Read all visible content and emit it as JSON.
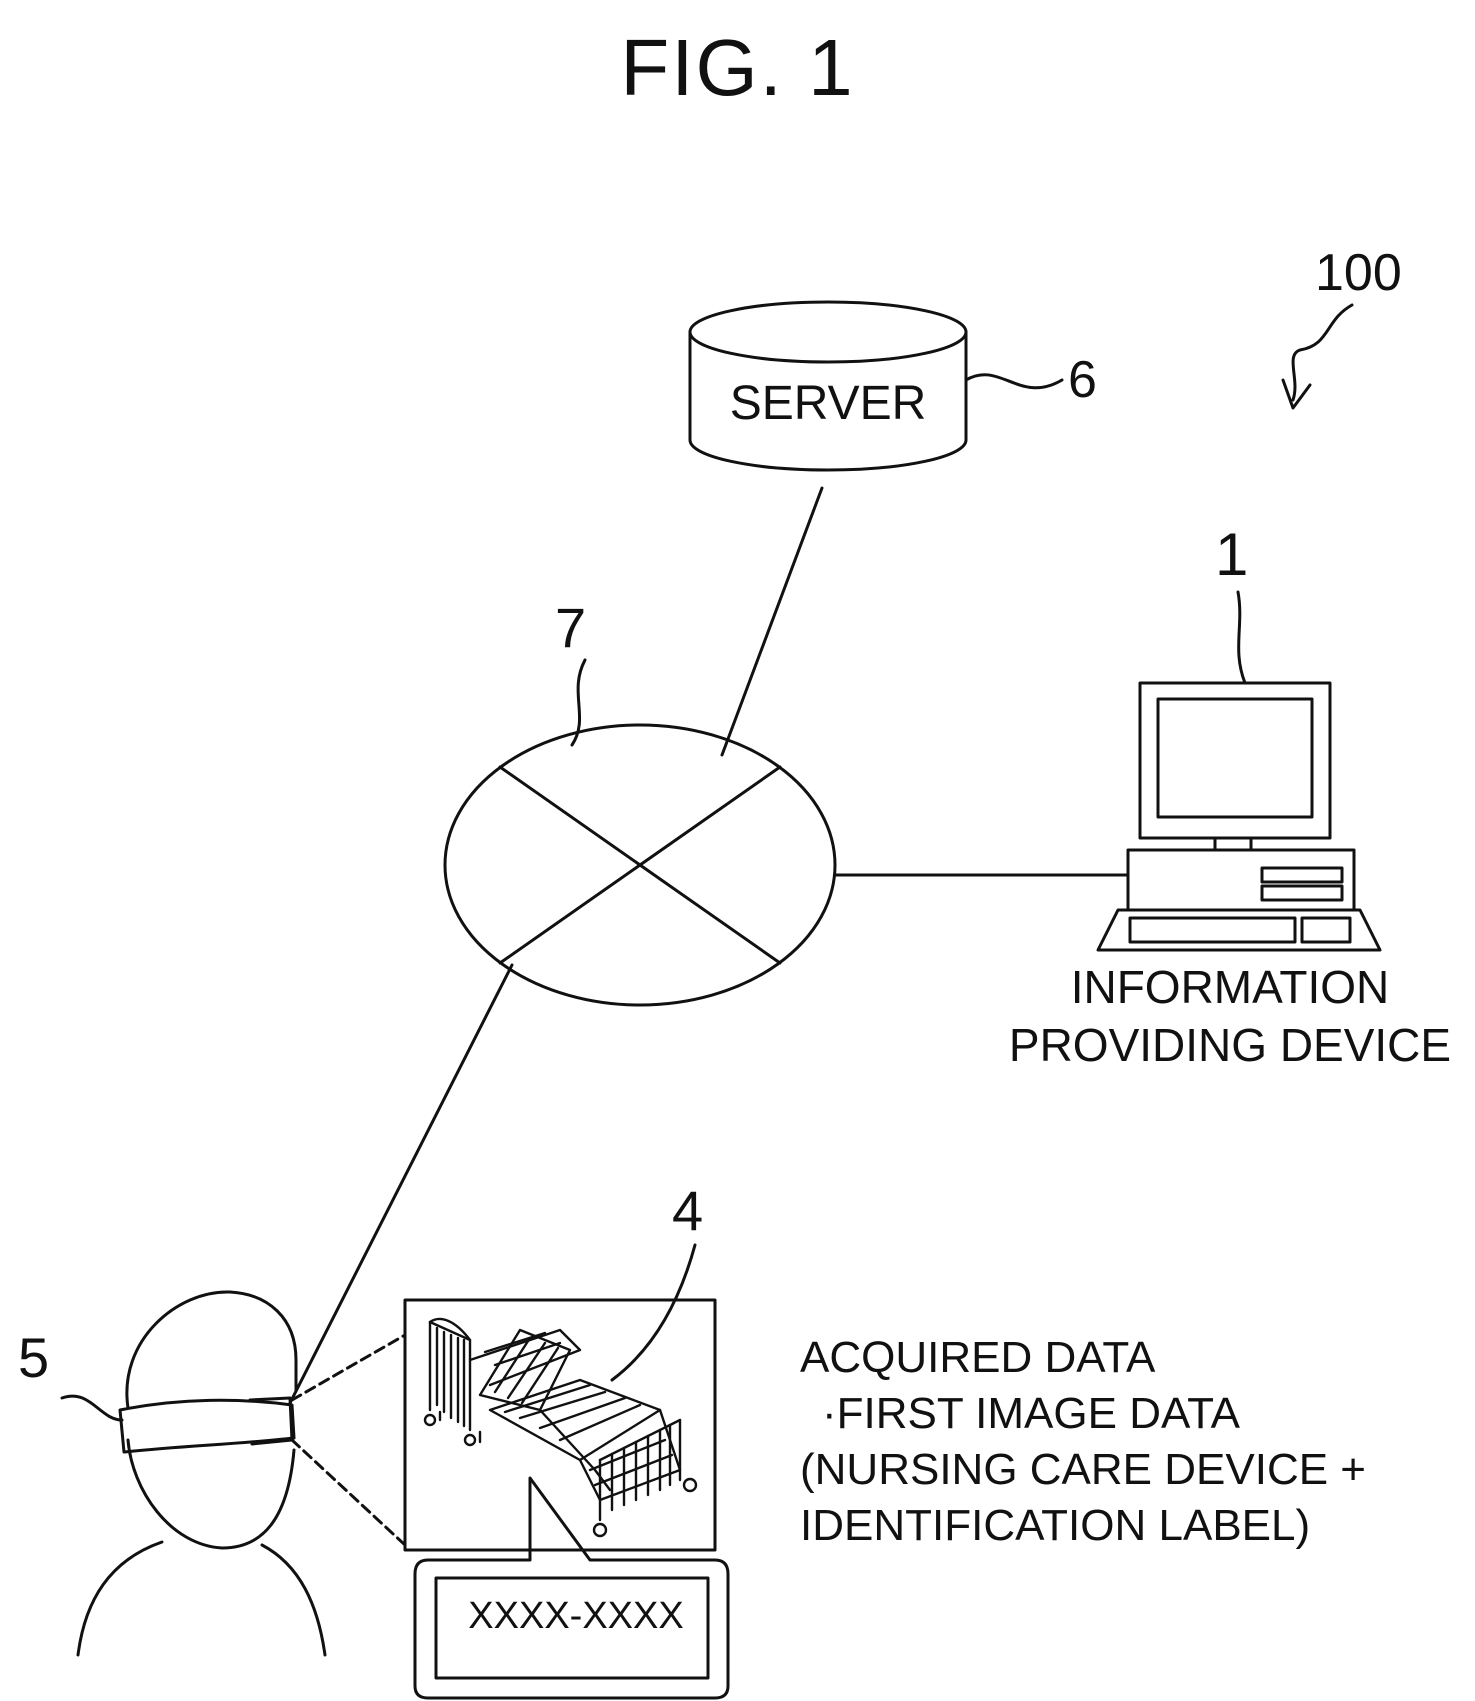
{
  "figure": {
    "title": "FIG. 1",
    "system_ref": "100"
  },
  "server": {
    "ref": "6",
    "label": "SERVER"
  },
  "network": {
    "ref": "7"
  },
  "info_device": {
    "ref": "1",
    "label_line1": "INFORMATION",
    "label_line2": "PROVIDING DEVICE"
  },
  "nursing_device": {
    "ref": "4"
  },
  "wearer": {
    "ref": "5"
  },
  "acquired_data": {
    "line1": "ACQUIRED DATA",
    "line2": "·FIRST IMAGE DATA",
    "line3": "(NURSING CARE DEVICE +",
    "line4": "IDENTIFICATION LABEL)"
  },
  "identification_label": {
    "code": "XXXX-XXXX"
  }
}
